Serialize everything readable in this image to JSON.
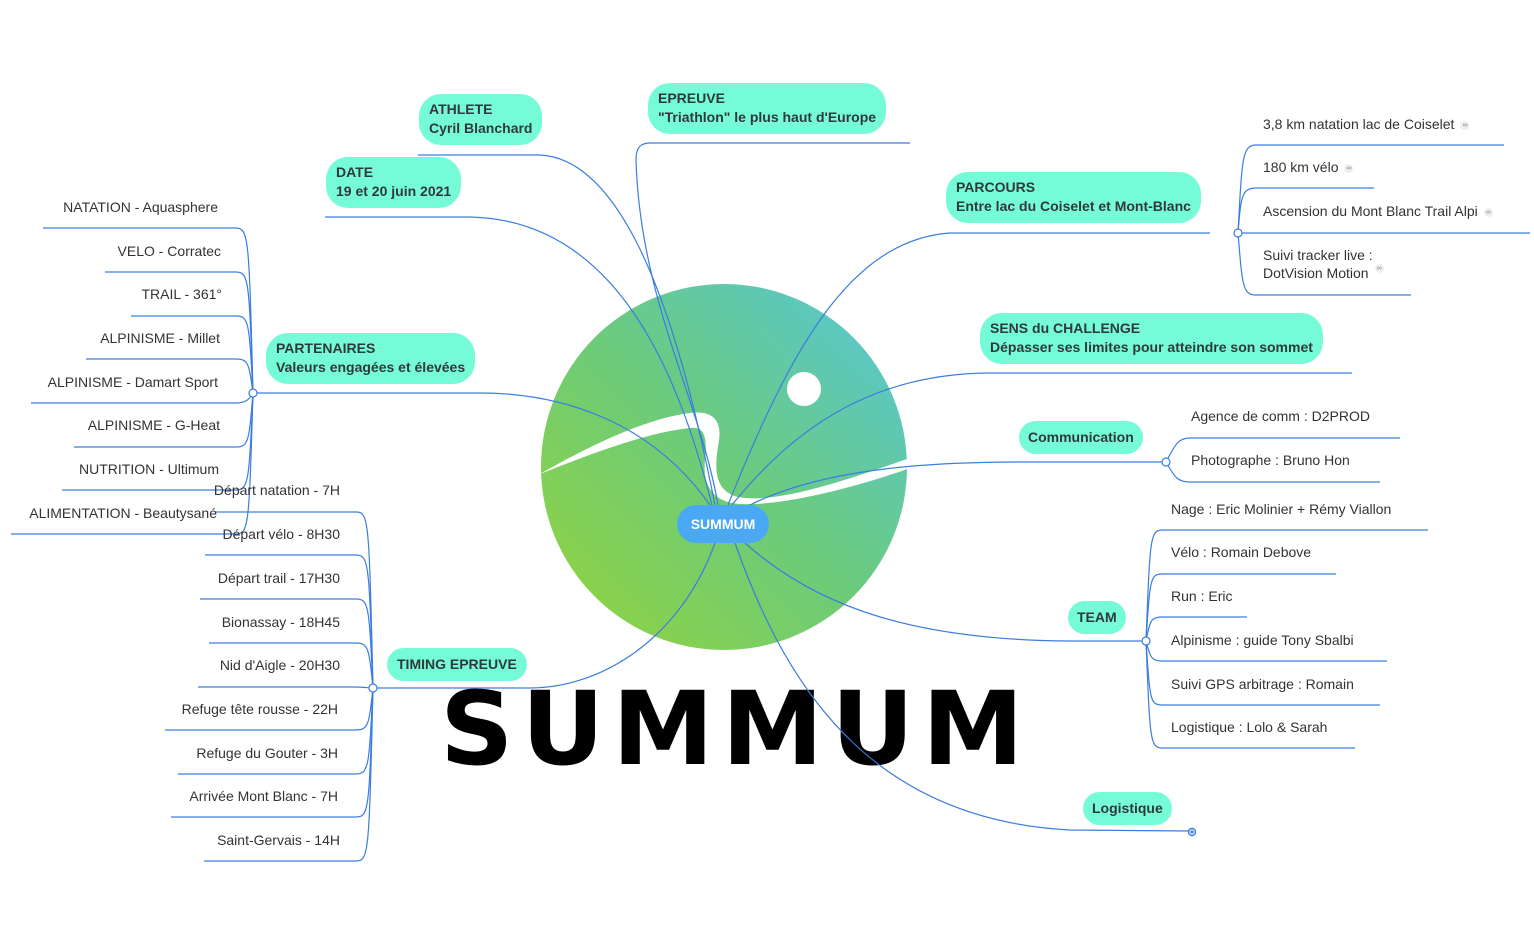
{
  "central": {
    "label": "SUMMUM"
  },
  "brand_wordmark": "SUMMUM",
  "colors": {
    "topic_fill": "#76fbd9",
    "central_fill": "#4aa8f5",
    "line": "#3b7de0",
    "logo_gradient_start": "#8fd13f",
    "logo_gradient_end": "#58c6d8"
  },
  "topics": {
    "athlete": {
      "title": "ATHLETE",
      "subtitle": "Cyril Blanchard"
    },
    "epreuve": {
      "title": "EPREUVE",
      "subtitle": "\"Triathlon\" le plus haut d'Europe"
    },
    "date": {
      "title": "DATE",
      "subtitle": "19 et 20 juin 2021"
    },
    "parcours": {
      "title": "PARCOURS",
      "subtitle": "Entre lac du Coiselet et Mont-Blanc",
      "items": [
        {
          "label": "3,8 km natation lac de Coiselet",
          "link": true
        },
        {
          "label": "180 km vélo",
          "link": true
        },
        {
          "label": "Ascension du Mont Blanc Trail Alpi",
          "link": true
        },
        {
          "label": "Suivi tracker live :",
          "label2": "DotVision Motion",
          "link": true
        }
      ]
    },
    "sens": {
      "title": "SENS du CHALLENGE",
      "subtitle": "Dépasser ses limites pour atteindre son sommet"
    },
    "partenaires": {
      "title": "PARTENAIRES",
      "subtitle": "Valeurs engagées et élevées",
      "items": [
        "NATATION - Aquasphere",
        "VELO - Corratec",
        "TRAIL - 361°",
        "ALPINISME - Millet",
        "ALPINISME - Damart Sport",
        "ALPINISME - G-Heat",
        "NUTRITION - Ultimum",
        "ALIMENTATION - Beautysané"
      ]
    },
    "communication": {
      "title": "Communication",
      "items": [
        "Agence de comm : D2PROD",
        "Photographe : Bruno Hon"
      ]
    },
    "team": {
      "title": "TEAM",
      "items": [
        "Nage : Eric Molinier + Rémy Viallon",
        "Vélo : Romain Debove",
        "Run : Eric",
        "Alpinisme : guide Tony Sbalbi",
        "Suivi GPS arbitrage : Romain",
        "Logistique : Lolo & Sarah"
      ]
    },
    "timing": {
      "title": "TIMING EPREUVE",
      "items": [
        "Départ natation - 7H",
        "Départ vélo - 8H30",
        "Départ trail - 17H30",
        "Bionassay - 18H45",
        "Nid d'Aigle - 20H30",
        "Refuge tête rousse - 22H",
        "Refuge du Gouter - 3H",
        "Arrivée Mont Blanc - 7H",
        "Saint-Gervais - 14H"
      ]
    },
    "logistique": {
      "title": "Logistique"
    }
  },
  "icons": {
    "link": "link-icon",
    "collapse": "collapse-toggle-icon"
  }
}
